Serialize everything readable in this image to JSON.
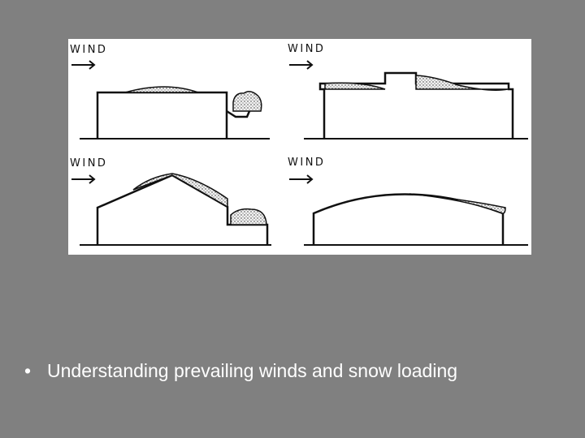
{
  "figure": {
    "panels": [
      {
        "id": "flat-roof-with-low-annex",
        "wind_label": "WIND"
      },
      {
        "id": "flat-roof-with-parapets-and-penthouse",
        "wind_label": "WIND"
      },
      {
        "id": "gable-roof-with-lower-stepped-roof",
        "wind_label": "WIND"
      },
      {
        "id": "arched-roof",
        "wind_label": "WIND"
      }
    ],
    "snow_fill": "stippled",
    "colors": {
      "line": "#111111",
      "background": "#ffffff",
      "slide_background": "#808080"
    }
  },
  "bullets": [
    {
      "marker": "•",
      "text": "Understanding prevailing winds and snow loading"
    }
  ]
}
